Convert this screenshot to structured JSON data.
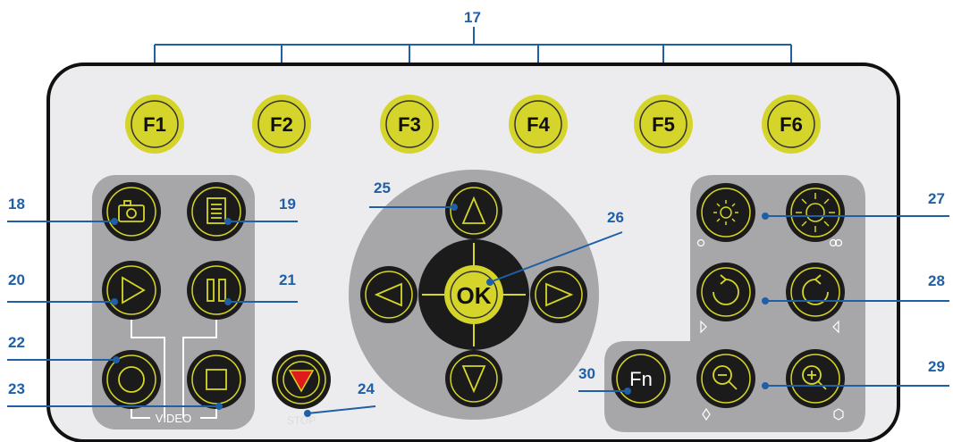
{
  "colors": {
    "panel": "#ececee",
    "frame": "#111111",
    "group": "#a7a7a9",
    "button": "#1b1b1b",
    "accent": "#d6d624",
    "fkey": "#d4d42a",
    "callout": "#1f5fa6",
    "stop_red": "#e01b1b"
  },
  "callouts": {
    "c17": "17",
    "c18": "18",
    "c19": "19",
    "c20": "20",
    "c21": "21",
    "c22": "22",
    "c23": "23",
    "c24": "24",
    "c25": "25",
    "c26": "26",
    "c27": "27",
    "c28": "28",
    "c29": "29",
    "c30": "30"
  },
  "function_keys": [
    "F1",
    "F2",
    "F3",
    "F4",
    "F5",
    "F6"
  ],
  "labels": {
    "video": "VIDEO",
    "stop": "STOP",
    "ok": "OK",
    "fn": "Fn"
  },
  "icons": {
    "camera": "camera-icon",
    "document": "document-icon",
    "play": "play-icon",
    "pause": "pause-icon",
    "record": "record-icon",
    "stop_square": "stop-square-icon",
    "stop_triangle": "stop-triangle-icon",
    "arrow_up": "arrow-up-icon",
    "arrow_down": "arrow-down-icon",
    "arrow_left": "arrow-left-icon",
    "arrow_right": "arrow-right-icon",
    "brightness_low": "brightness-low-icon",
    "brightness_high": "brightness-high-icon",
    "rotate_cw": "rotate-clockwise-icon",
    "rotate_ccw": "rotate-counterclockwise-icon",
    "zoom_out": "zoom-out-icon",
    "zoom_in": "zoom-in-icon"
  }
}
